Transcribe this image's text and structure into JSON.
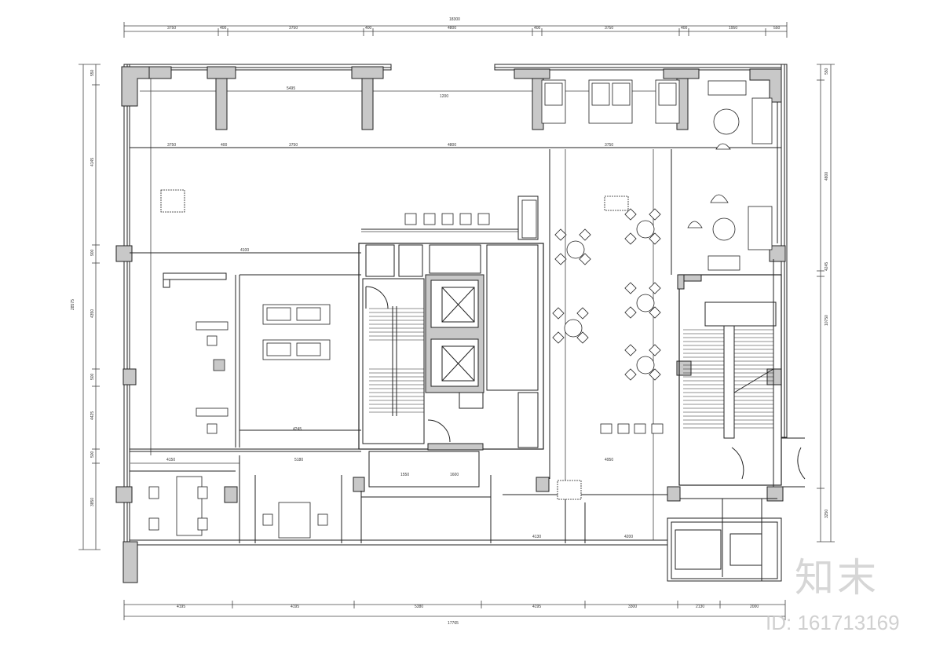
{
  "watermark": {
    "logo_text": "知末",
    "id_text": "ID: 161713169"
  },
  "plan": {
    "colors": {
      "line": "#222222",
      "wall": "#c8c8c8",
      "dim": "#444444",
      "watermark": "#c8c8c8"
    },
    "top_overall_dimension": "18300",
    "top_dimensions": [
      "3750",
      "400",
      "3750",
      "400",
      "4800",
      "400",
      "3750",
      "400",
      "1950",
      "550"
    ],
    "bottom_overall_dimension": "17765",
    "bottom_dimensions": [
      "4195",
      "4195",
      "5380",
      "4195",
      "3300",
      "2130",
      "2000"
    ],
    "left_overall_dimension": "28575",
    "left_dimensions": [
      "550",
      "4145",
      "900",
      "4350",
      "500",
      "4425",
      "500",
      "3850"
    ],
    "right_dimensions": [
      "550",
      "4800",
      "4245",
      "10750",
      "3250"
    ],
    "inner_labels": [
      "3750",
      "400",
      "3750",
      "4800",
      "3750",
      "5495",
      "4150",
      "5180",
      "4950",
      "4100",
      "4245",
      "4130",
      "1550",
      "1600",
      "4200",
      "1200"
    ]
  }
}
